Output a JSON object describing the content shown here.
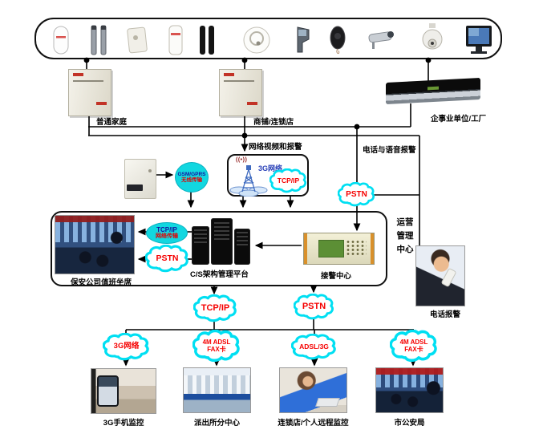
{
  "nodes": {
    "top_device_icons": [
      "pir-motion-sensor",
      "ir-beam-pair-silver",
      "wall-transmitter",
      "motion-detector",
      "ir-beam-pair-black",
      "round-siren",
      "outdoor-detector",
      "remote-keyfob",
      "bullet-camera",
      "ptz-dome-camera",
      "cctv-monitor"
    ],
    "home": {
      "label": "普通家庭"
    },
    "shop": {
      "label": "商铺/连锁店"
    },
    "enterprise": {
      "label": "企事业单位/工厂"
    },
    "edge_network_video": "网络视频和报警",
    "edge_phone_voice": "电话与语音报警",
    "gsm": {
      "line1": "GSM/GPRS",
      "line2": "无线传输"
    },
    "g3box": {
      "glyph": "((•))",
      "label": "3G网络",
      "cloud": "TCP/IP"
    },
    "pstn_top": "PSTN",
    "center": {
      "seats": "保安公司值班坐席",
      "tcpip_line1": "TCP/IP",
      "tcpip_line2": "网络传输",
      "pstn": "PSTN",
      "platform": "C/S架构管理平台",
      "alarm_center": "接警中心"
    },
    "ops": {
      "line1": "运营",
      "line2": "管理",
      "line3": "中心"
    },
    "phone_alarm": "电话报警",
    "down": {
      "tcpip": "TCP/IP",
      "pstn": "PSTN",
      "cloud_3g": "3G网络",
      "cloud_4m_a_1": "4M ADSL",
      "cloud_4m_a_2": "FAX卡",
      "cloud_adsl3g": "ADSL/3G",
      "cloud_4m_b_1": "4M ADSL",
      "cloud_4m_b_2": "FAX卡"
    },
    "endpoints": [
      {
        "label": "3G手机监控"
      },
      {
        "label": "派出所分中心"
      },
      {
        "label": "连锁店/个人远程监控"
      },
      {
        "label": "市公安局"
      }
    ]
  },
  "colors": {
    "cloud_border": "#00dff2",
    "cloud_text": "#f50000",
    "node_fill": "#12d7e0",
    "node_blue": "#15159e",
    "line": "#000000"
  }
}
